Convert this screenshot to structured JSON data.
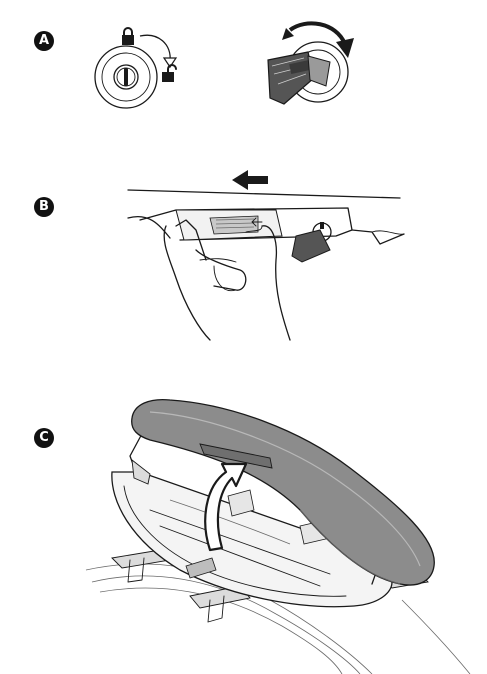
{
  "steps": [
    {
      "label": "A",
      "description_icons": [
        "lock-closed-icon",
        "lock-open-icon",
        "rotate-arrow-icon",
        "key-icon"
      ]
    },
    {
      "label": "B",
      "description_icons": [
        "slide-left-arrow-icon",
        "hand-icon",
        "latch-button-icon"
      ]
    },
    {
      "label": "C",
      "description_icons": [
        "lift-arrow-icon",
        "roof-box-icon",
        "roof-rack-icon"
      ]
    }
  ],
  "colors": {
    "ink": "#1a1a1a",
    "lid_gray": "#8c8c8c",
    "key_gray": "#555555",
    "badge": "#111111"
  }
}
